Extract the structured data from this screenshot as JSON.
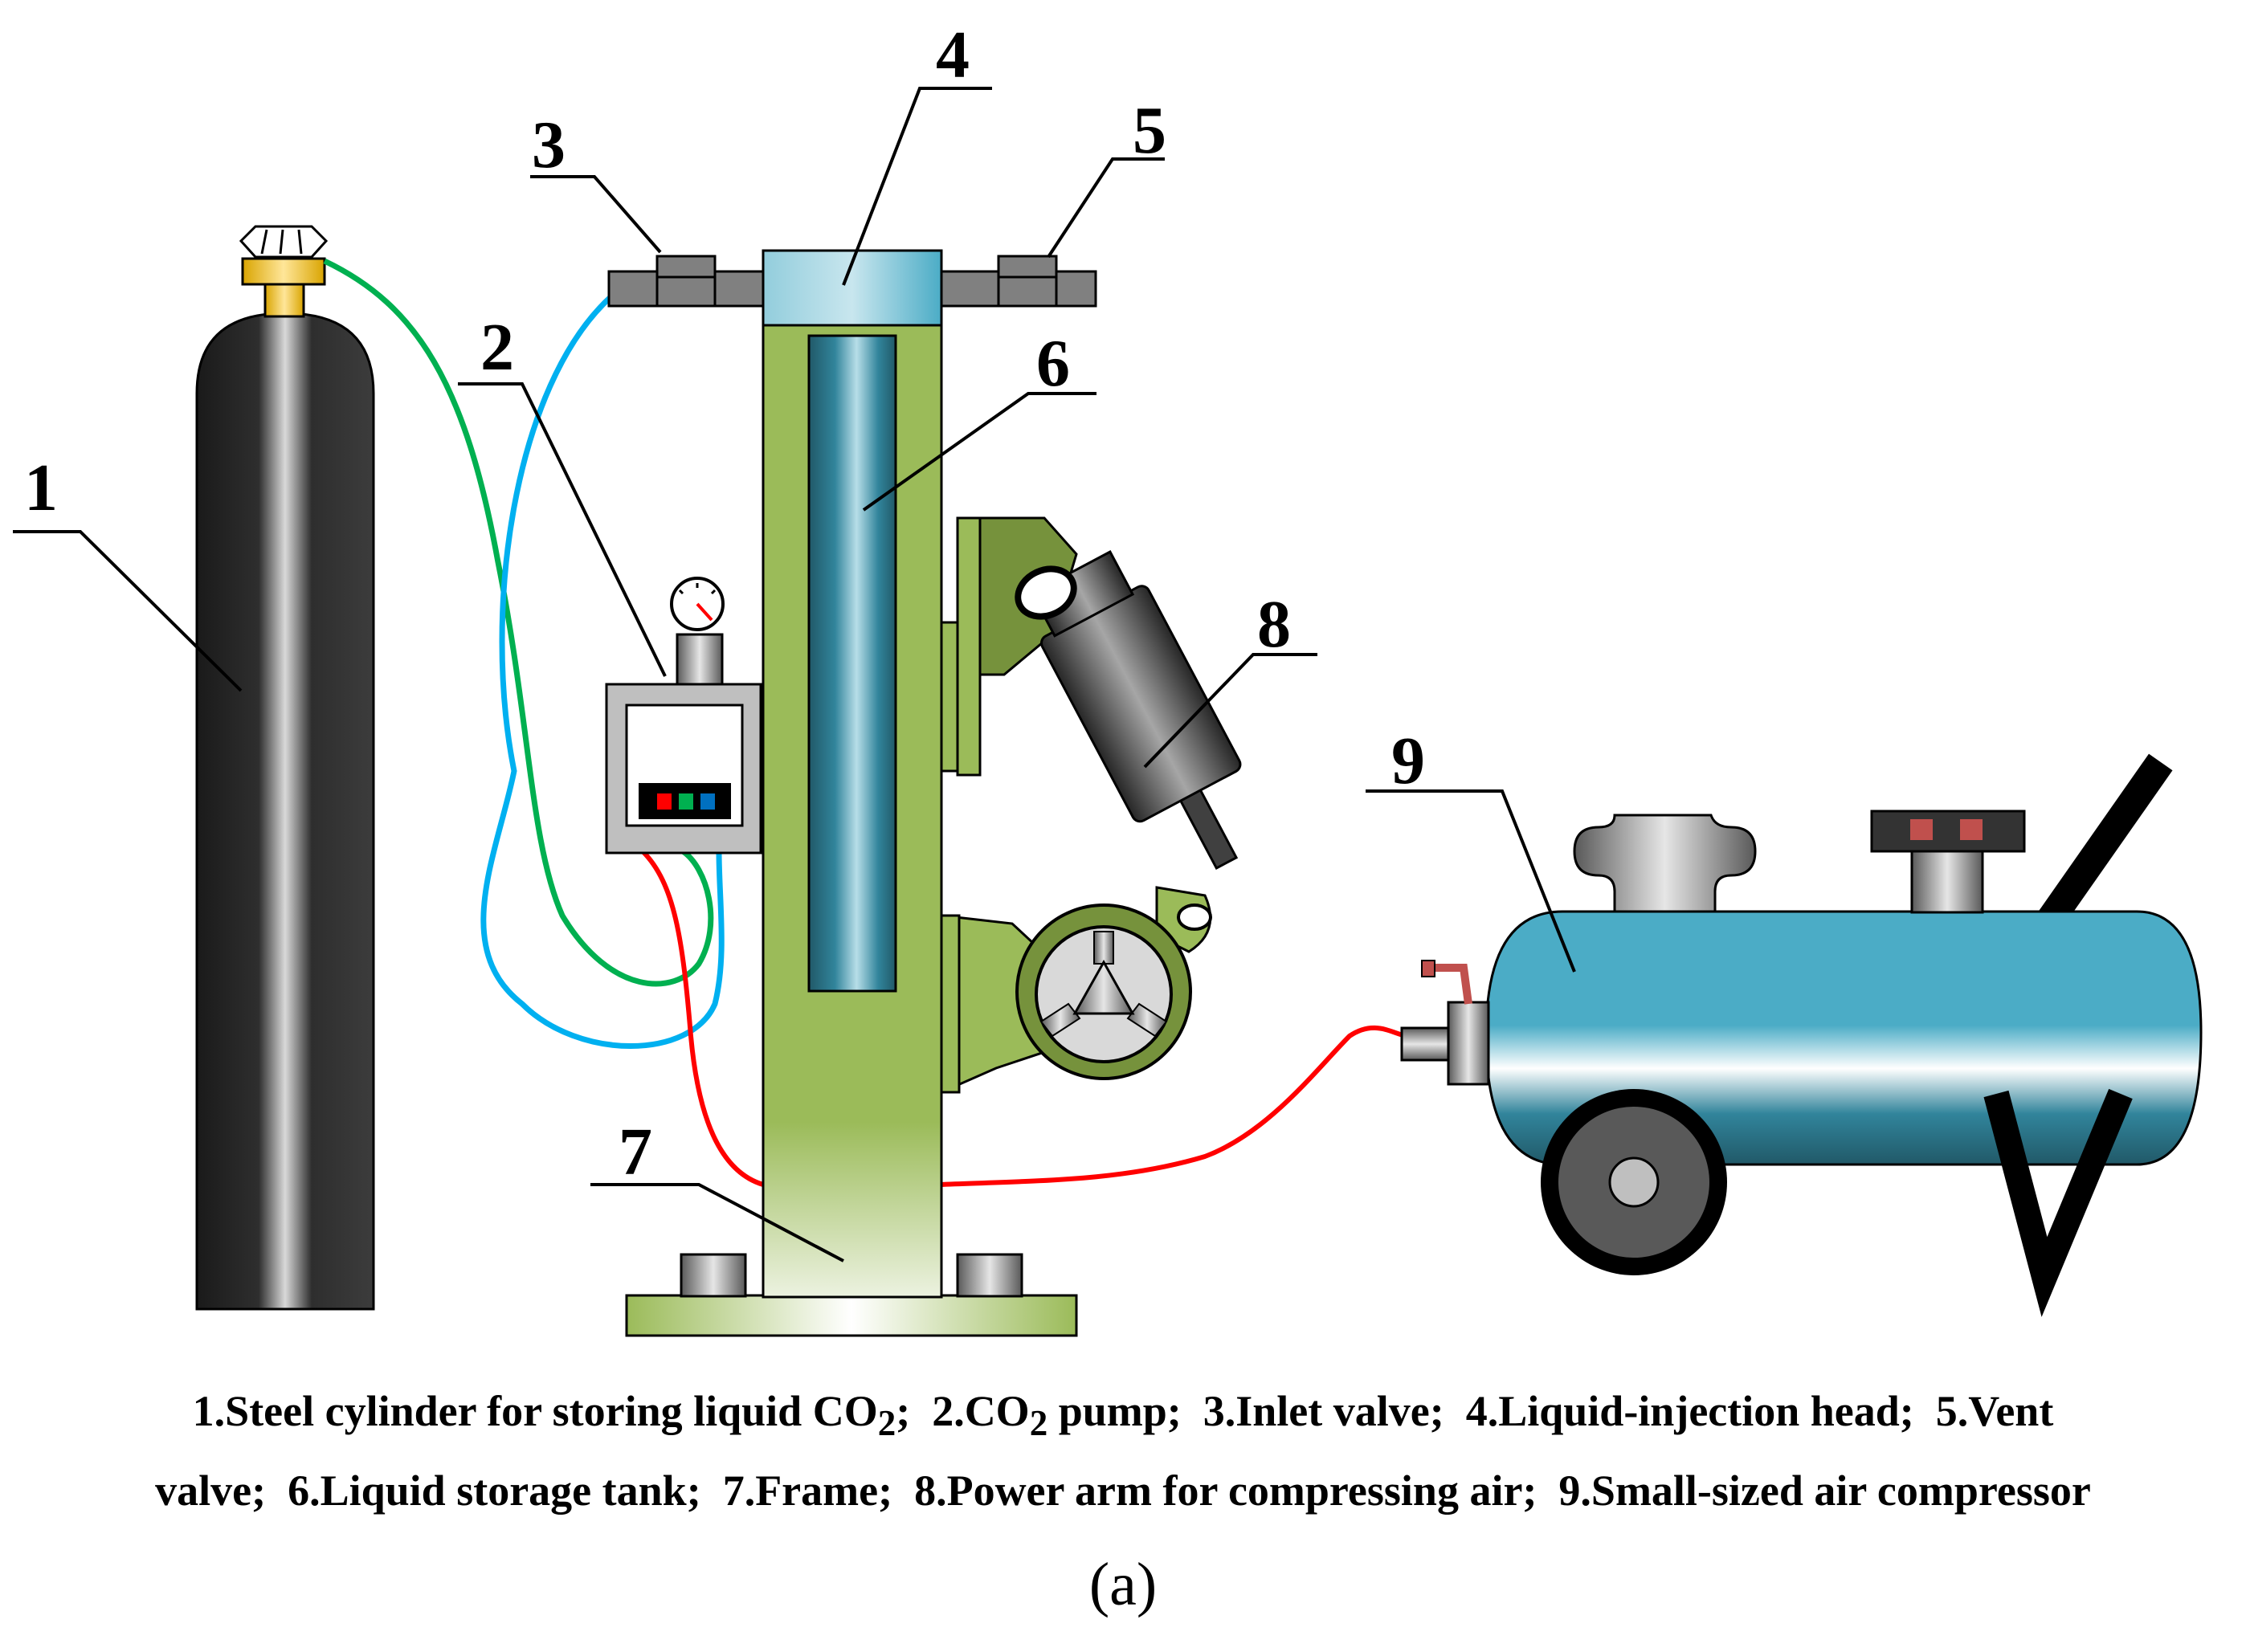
{
  "labels": {
    "l1": "1",
    "l2": "2",
    "l3": "3",
    "l4": "4",
    "l5": "5",
    "l6": "6",
    "l7": "7",
    "l8": "8",
    "l9": "9"
  },
  "caption": {
    "c1": "1.Steel cylinder for storing liquid CO",
    "c1_sub": "2",
    "c1_end": ";",
    "c2": "2.CO",
    "c2_sub": "2",
    "c2_end": " pump;",
    "c3": "3.Inlet valve;",
    "c4": "4.Liquid-injection head;",
    "c5a": "5.Vent",
    "c5b": "valve;",
    "c6": "6.Liquid storage tank;",
    "c7": "7.Frame;",
    "c8": "8.Power arm for compressing air;",
    "c9": "9.Small-sized air compressor"
  },
  "panel_label": "(a)",
  "colors": {
    "frame_green": "#9bbb59",
    "frame_dark": "#76923c",
    "tank_blue": "#31849b",
    "head_blue": "#92cddc",
    "compressor_blue": "#4bacc6",
    "hose_green": "#00b050",
    "hose_blue": "#00b0f0",
    "hose_red": "#ff0000",
    "valve_gray": "#808080",
    "cylinder_black": "#262626"
  }
}
